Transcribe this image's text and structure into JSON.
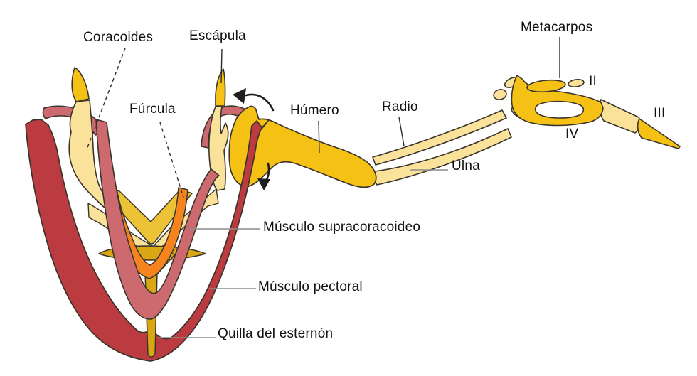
{
  "figure": {
    "description": "Anatomy diagram of a bird pectoral girdle, flight muscles and wing skeleton (labels in Spanish)",
    "labels": {
      "coracoides": "Coracoides",
      "escapula": "Escápula",
      "furcula": "Fúrcula",
      "humero": "Húmero",
      "radio": "Radio",
      "ulna": "Ulna",
      "metacarpos": "Metacarpos",
      "digit_ii": "II",
      "digit_iii": "III",
      "digit_iv": "IV",
      "musculo_supracoracoideo": "Músculo supracoracoideo",
      "musculo_pectoral": "Músculo pectoral",
      "quilla_del_esternon": "Quilla del esternón"
    },
    "colors": {
      "bone_gold": "#F6C115",
      "bone_pale": "#FAE29B",
      "furcula_orange": "#F5841F",
      "supracoracoid_rose": "#CD6A6F",
      "pectoral_red": "#BC3B40",
      "keel_mustard": "#D8A713",
      "gold_deep": "#ECC237",
      "outline": "#3A342B",
      "leader_dark": "#2B2B2B",
      "leader_gray": "#8B8B8B",
      "arrow_black": "#1F1F1F",
      "text": "#111111",
      "background": "#FFFFFF"
    }
  }
}
